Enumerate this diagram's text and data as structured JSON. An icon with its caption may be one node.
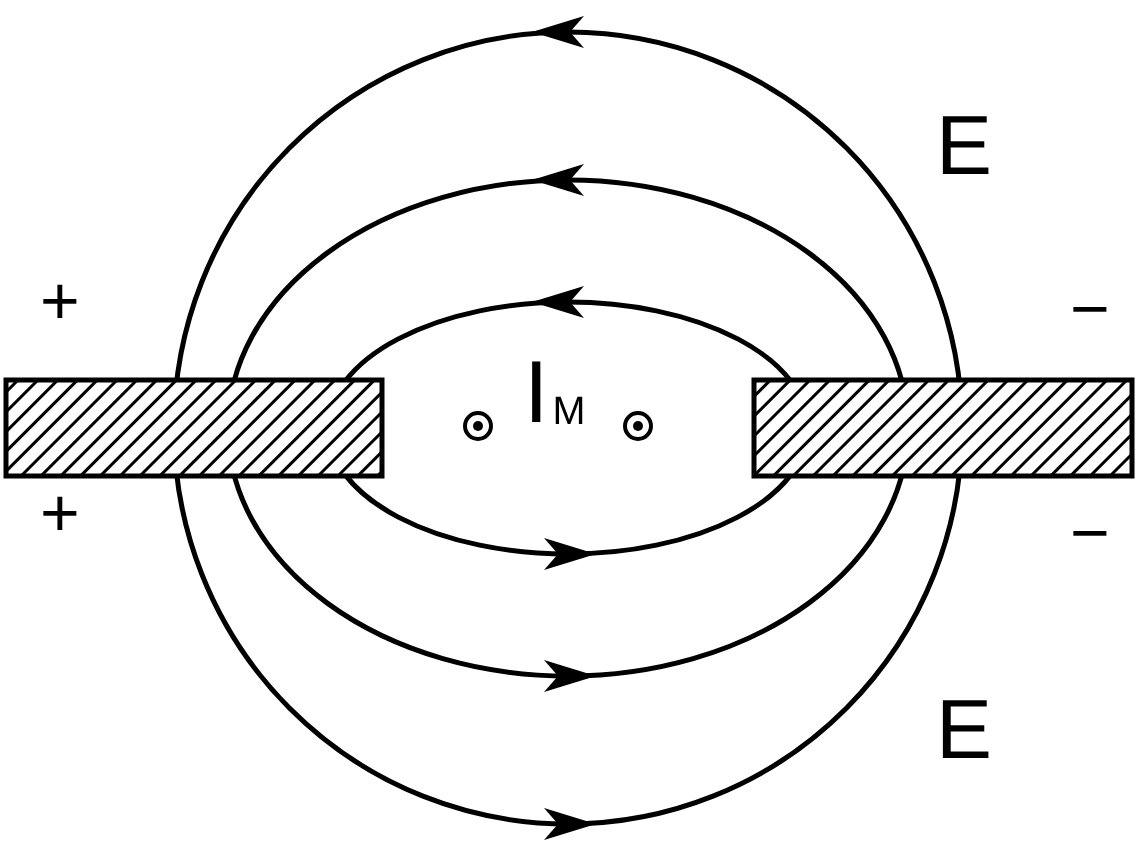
{
  "diagram": {
    "labels": [
      "E",
      "+",
      "−",
      "I$_{M}$",
      "+",
      "−",
      "E"
    ]
  }
}
